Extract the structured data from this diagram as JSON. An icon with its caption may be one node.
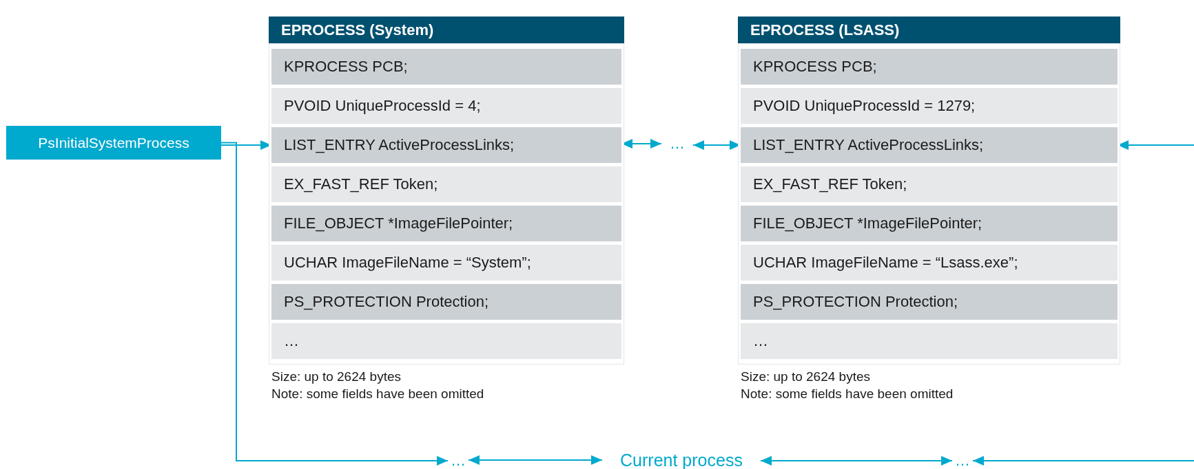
{
  "diagram": {
    "nodes": [
      {
        "text": [
          "PsInitialSystemProcess"
        ]
      },
      {
        "text": [
          "EPROCESS (System)"
        ],
        "beside": [
          "Size: up to 2624 bytes",
          "Note: some fields have been omitted"
        ]
      },
      {
        "text": [
          "KPROCESS PCB;"
        ],
        "in": 1
      },
      {
        "text": [
          "PVOID UniqueProcessId = 4;"
        ],
        "in": 1
      },
      {
        "text": [
          "LIST_ENTRY ActiveProcessLinks;"
        ],
        "in": 1
      },
      {
        "text": [
          "EX_FAST_REF Token;"
        ],
        "in": 1
      },
      {
        "text": [
          "FILE_OBJECT *ImageFilePointer;"
        ],
        "in": 1
      },
      {
        "text": [
          "UCHAR ImageFileName = “System”;"
        ],
        "in": 1
      },
      {
        "text": [
          "PS_PROTECTION Protection;"
        ],
        "in": 1
      },
      {
        "text": [
          "…"
        ],
        "in": 1
      },
      {
        "text": [
          "EPROCESS (LSASS)"
        ],
        "beside": [
          "Size: up to 2624 bytes",
          "Note: some fields have been omitted"
        ]
      },
      {
        "text": [
          "KPROCESS PCB;"
        ],
        "in": 10
      },
      {
        "text": [
          "PVOID UniqueProcessId = 1279;"
        ],
        "in": 10
      },
      {
        "text": [
          "LIST_ENTRY ActiveProcessLinks;"
        ],
        "in": 10
      },
      {
        "text": [
          "EX_FAST_REF Token;"
        ],
        "in": 10
      },
      {
        "text": [
          "FILE_OBJECT *ImageFilePointer;"
        ],
        "in": 10
      },
      {
        "text": [
          "UCHAR ImageFileName = “Lsass.exe”;"
        ],
        "in": 10
      },
      {
        "text": [
          "PS_PROTECTION Protection;"
        ],
        "in": 10
      },
      {
        "text": [
          "…"
        ],
        "in": 10
      },
      {
        "text": [
          "…"
        ]
      },
      {
        "text": [
          "…"
        ]
      },
      {
        "text": [
          "Current process"
        ]
      },
      {
        "text": [
          "…"
        ]
      }
    ],
    "edges": [
      {
        "from": 0,
        "to": 4,
        "arrow": "to"
      },
      {
        "from": 0,
        "to": 20,
        "arrow": "to"
      },
      {
        "from": 4,
        "to": 19,
        "arrow": "both"
      },
      {
        "from": 19,
        "to": 13,
        "arrow": "both"
      },
      {
        "from": 20,
        "to": 21,
        "arrow": "both"
      },
      {
        "from": 21,
        "to": 22,
        "arrow": "both"
      },
      {
        "from": null,
        "to": 13,
        "arrow": "to"
      },
      {
        "from": null,
        "to": 22,
        "arrow": "to"
      }
    ]
  }
}
